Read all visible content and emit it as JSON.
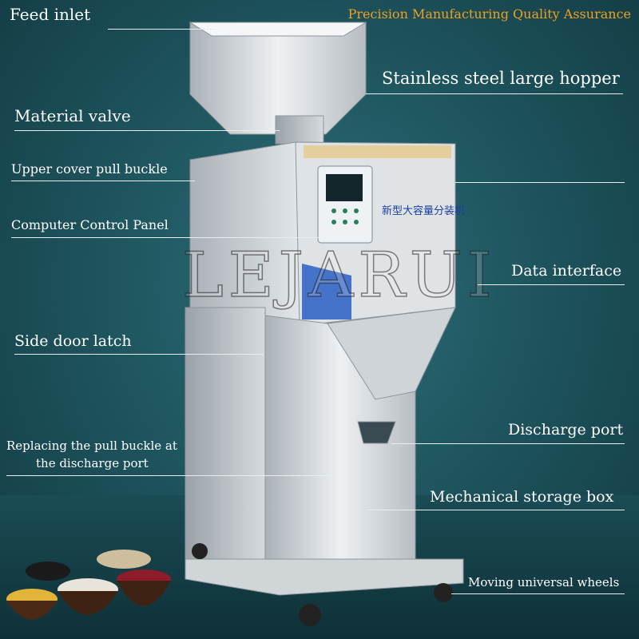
{
  "header": {
    "note": "Precision Manufacturing Quality Assurance"
  },
  "watermark": "LEJARUI",
  "panel": {
    "brand": "新型大容量分装机"
  },
  "labels": {
    "feed_inlet": "Feed inlet",
    "hopper": "Stainless steel large hopper",
    "valve": "Material valve",
    "cover_buckle": "Upper cover pull buckle",
    "control_panel": "Computer Control Panel",
    "data_interface": "Data interface",
    "side_latch": "Side door latch",
    "discharge_port": "Discharge port",
    "pull_buckle_line1": "Replacing the pull buckle at",
    "pull_buckle_line2": "the discharge port",
    "storage_box": "Mechanical storage box",
    "wheels": "Moving universal wheels"
  },
  "colors": {
    "background": "#1f5660",
    "accent": "#f0a020",
    "steel": "#c9ced3",
    "label": "#ffffff"
  }
}
